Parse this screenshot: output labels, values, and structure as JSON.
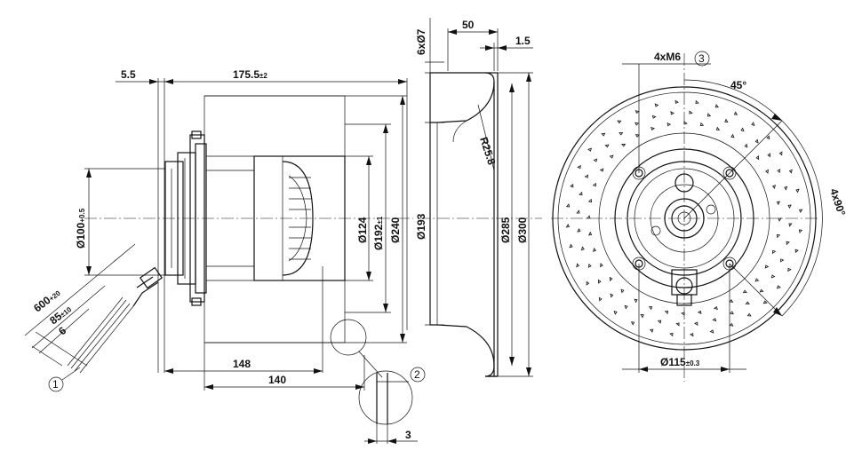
{
  "side_view": {
    "overall_length": "175.5",
    "overall_length_tol": "±2",
    "offset": "5.5",
    "dia_hub": "Ø100",
    "dia_hub_tol": "+0.5",
    "dia_124": "Ø124",
    "dia_192": "Ø192",
    "dia_192_tol": "±1",
    "dia_240": "Ø240",
    "len_148": "148",
    "len_140": "140",
    "cable_600": "600",
    "cable_600_tol": "+20",
    "cable_85": "85",
    "cable_85_tol": "±10",
    "cable_6": "6",
    "callout_1": "1",
    "callout_2": "2",
    "detail_3": "3"
  },
  "section_view": {
    "hole": "6xØ7",
    "width_50": "50",
    "thick_1_5": "1.5",
    "radius": "R25.8",
    "dia_193": "Ø193",
    "dia_285": "Ø285",
    "dia_300": "Ø300"
  },
  "front_view": {
    "screws": "4xM6",
    "callout_3": "3",
    "angle_45": "45°",
    "angle_4x90": "4x90°",
    "dia_115": "Ø115",
    "dia_115_tol": "±0.3"
  }
}
